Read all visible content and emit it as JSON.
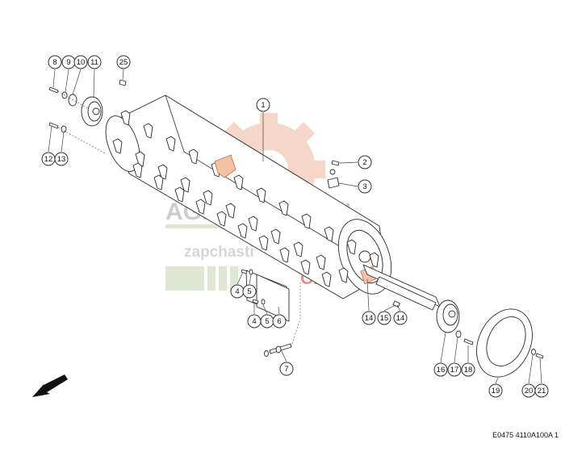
{
  "watermark": {
    "line1": "AGROMAGAZIN",
    "line2": "zapchasti",
    "line3": "Claas",
    "colors": {
      "gear": "#f4c9b8",
      "text1": "#c8c8c8",
      "text2": "#d6d6d6",
      "bars": "#dfe6d2",
      "accent": "#e03030"
    }
  },
  "callouts": [
    "1",
    "2",
    "3",
    "4",
    "5",
    "6",
    "7",
    "8",
    "9",
    "10",
    "11",
    "12",
    "13",
    "14",
    "15",
    "16",
    "17",
    "18",
    "19",
    "20",
    "21",
    "25"
  ],
  "callout_instances": [
    {
      "label": "8"
    },
    {
      "label": "9"
    },
    {
      "label": "10"
    },
    {
      "label": "11"
    },
    {
      "label": "25"
    },
    {
      "label": "12"
    },
    {
      "label": "13"
    },
    {
      "label": "1"
    },
    {
      "label": "2"
    },
    {
      "label": "3"
    },
    {
      "label": "4"
    },
    {
      "label": "5"
    },
    {
      "label": "4"
    },
    {
      "label": "5"
    },
    {
      "label": "6"
    },
    {
      "label": "7"
    },
    {
      "label": "14"
    },
    {
      "label": "15"
    },
    {
      "label": "14"
    },
    {
      "label": "16"
    },
    {
      "label": "17"
    },
    {
      "label": "18"
    },
    {
      "label": "19"
    },
    {
      "label": "20"
    },
    {
      "label": "21"
    }
  ],
  "document_code": "E0475 4110A100A 1",
  "icons": {
    "direction": "arrow-southwest-icon"
  }
}
